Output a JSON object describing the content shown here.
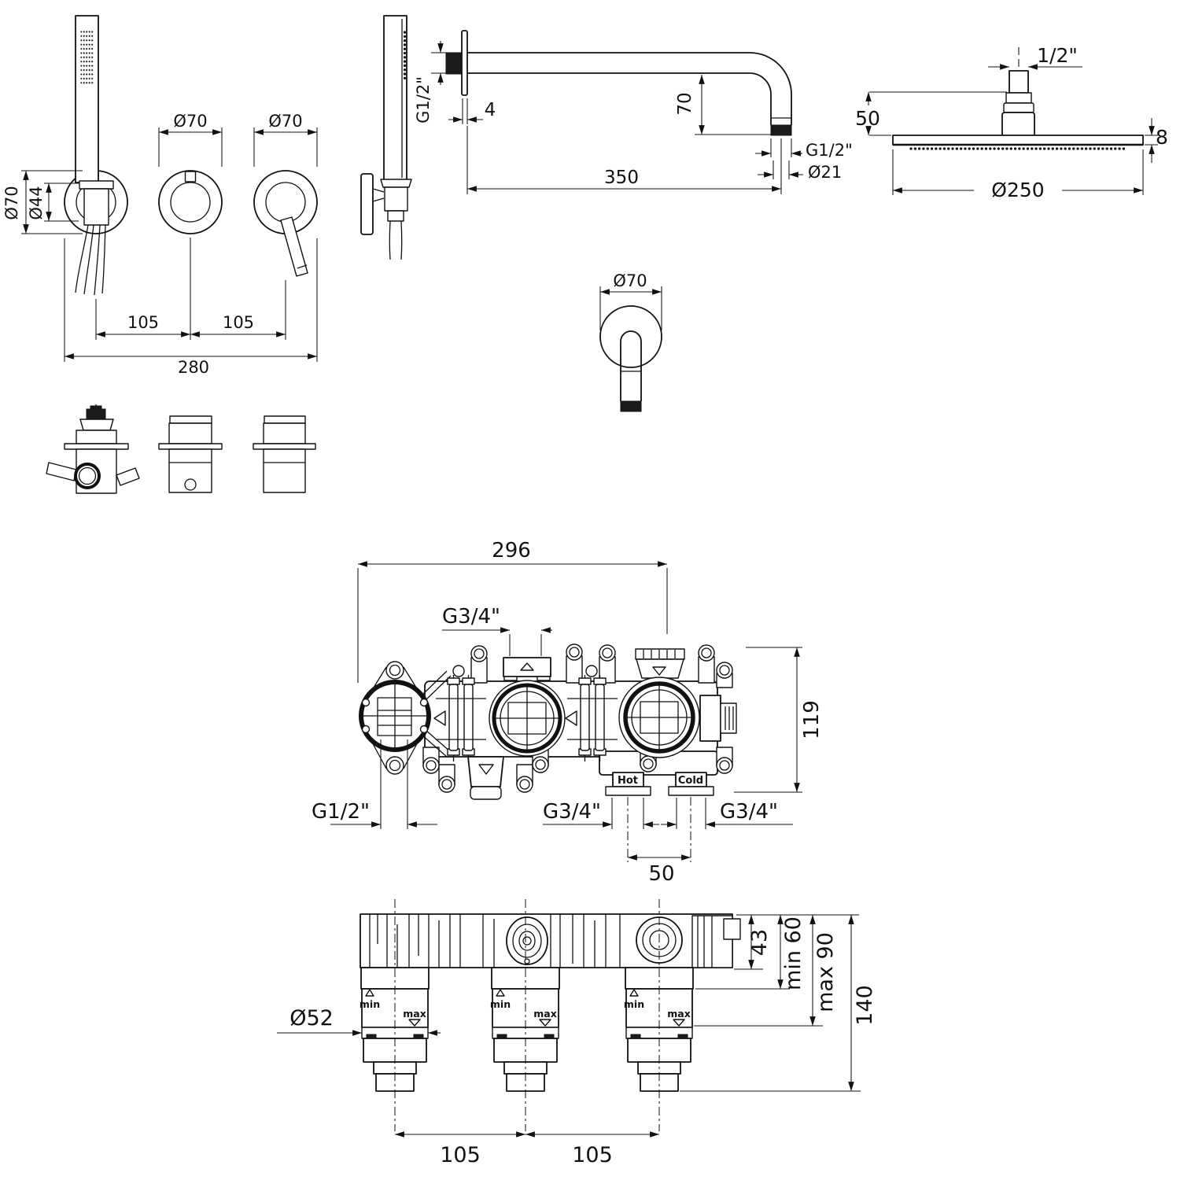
{
  "title": "shower-system-technical-drawing",
  "colors": {
    "ink": "#111111",
    "background": "#ffffff"
  },
  "views": {
    "trim_front": {
      "dia_escutcheon": "Ø70",
      "dia_inner": "Ø44",
      "dia_knob_mid": "Ø70",
      "dia_knob_right": "Ø70",
      "span_left": "105",
      "span_right": "105",
      "total_width": "280"
    },
    "shower_arm": {
      "wall_thread": "G1/2\"",
      "flange_thickness": "4",
      "drop": "70",
      "length": "350",
      "end_thread": "G1/2\"",
      "end_dia": "Ø21"
    },
    "shower_head": {
      "thread": "1/2\"",
      "height": "50",
      "thickness": "8",
      "dia": "Ø250"
    },
    "wall_elbow": {
      "dia": "Ø70"
    },
    "valve_front": {
      "width": "296",
      "top_port_thread": "G3/4\"",
      "height": "119",
      "left_port_thread": "G1/2\"",
      "hot_port_thread": "G3/4\"",
      "cold_port_thread": "G3/4\"",
      "inlet_spacing": "50",
      "hot_label": "Hot",
      "cold_label": "Cold"
    },
    "valve_side": {
      "body_depth": "43",
      "min_depth": "min 60",
      "max_depth": "max 90",
      "total_depth": "140",
      "cartridge_dia": "Ø52",
      "span_left": "105",
      "span_right": "105",
      "min_label": "min",
      "max_label": "max"
    }
  }
}
